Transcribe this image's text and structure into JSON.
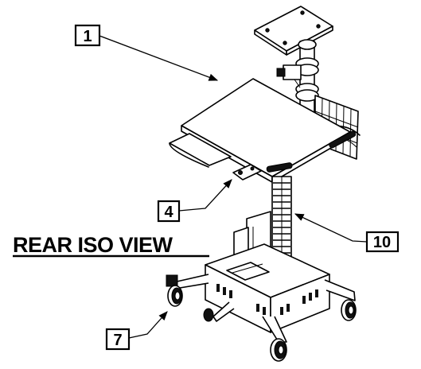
{
  "view_title": "REAR ISO VIEW",
  "callouts": [
    {
      "id": "c1",
      "label": "1"
    },
    {
      "id": "c4",
      "label": "4"
    },
    {
      "id": "c7",
      "label": "7"
    },
    {
      "id": "c10",
      "label": "10"
    }
  ]
}
